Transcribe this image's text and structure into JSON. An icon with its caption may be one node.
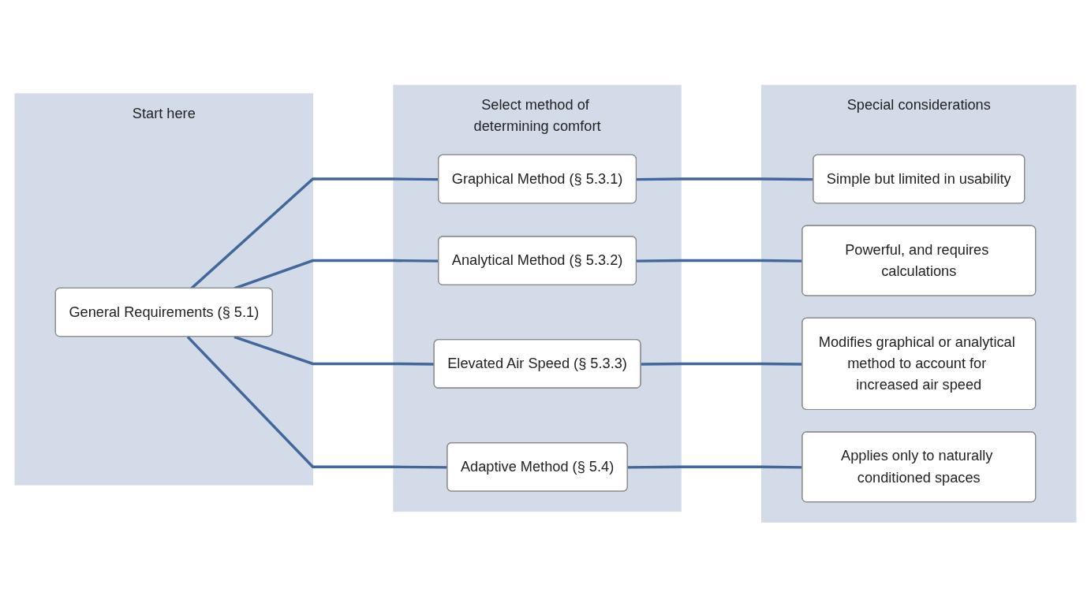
{
  "diagram": {
    "nodes": [
      {
        "text": [
          "Start here"
        ]
      },
      {
        "text": [
          "General Requirements (§ 5.1)"
        ],
        "in": 0
      },
      {
        "text": [
          "Select method of determining comfort"
        ]
      },
      {
        "text": [
          "Graphical Method (§ 5.3.1)"
        ],
        "in": 2
      },
      {
        "text": [
          "Analytical Method (§ 5.3.2)"
        ],
        "in": 2
      },
      {
        "text": [
          "Elevated Air Speed (§ 5.3.3)"
        ],
        "in": 2
      },
      {
        "text": [
          "Adaptive Method (§ 5.4)"
        ],
        "in": 2
      },
      {
        "text": [
          "Special considerations"
        ]
      },
      {
        "text": [
          "Simple but limited in usability"
        ],
        "in": 7
      },
      {
        "text": [
          "Powerful, and requires calculations"
        ],
        "in": 7
      },
      {
        "text": [
          "Modifies graphical or analytical method to account for increased air speed"
        ],
        "in": 7
      },
      {
        "text": [
          "Applies only to naturally conditioned spaces"
        ],
        "in": 7
      }
    ],
    "edges": [
      {
        "from": 1,
        "to": 3,
        "arrow": "none"
      },
      {
        "from": 1,
        "to": 4,
        "arrow": "none"
      },
      {
        "from": 1,
        "to": 5,
        "arrow": "none"
      },
      {
        "from": 1,
        "to": 6,
        "arrow": "none"
      },
      {
        "from": 3,
        "to": 8,
        "arrow": "none"
      },
      {
        "from": 4,
        "to": 9,
        "arrow": "none"
      },
      {
        "from": 5,
        "to": 10,
        "arrow": "none"
      },
      {
        "from": 6,
        "to": 11,
        "arrow": "none"
      }
    ]
  }
}
